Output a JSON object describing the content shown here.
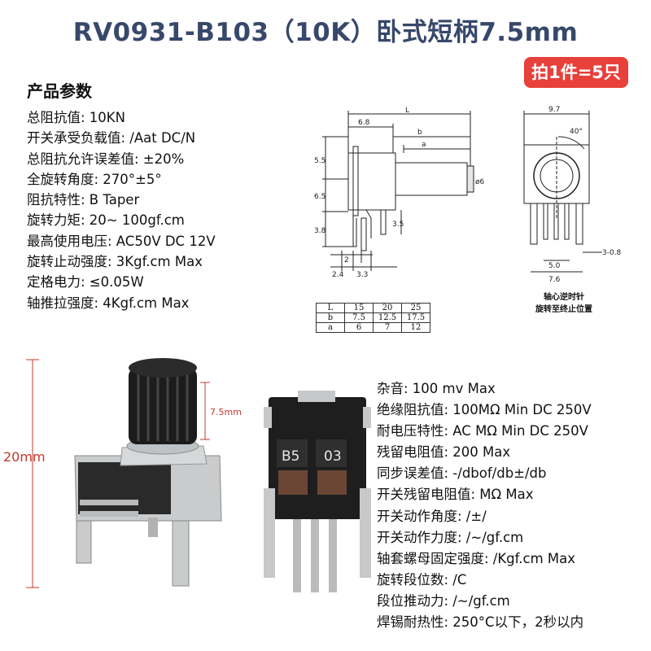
{
  "title": "RV0931-B103（10K）卧式短柄7.5mm",
  "badge": "拍1件=5只",
  "params_heading": "产品参数",
  "specs_left": [
    "总阻抗值: 10KN",
    "开关承受负载值: /Aat DC/N",
    "总阻抗允许误差值: ±20%",
    "全旋转角度: 270°±5°",
    "阻抗特性: B Taper",
    "旋转力矩: 20~ 100gf.cm",
    "最高使用电压: AC50V DC 12V",
    "旋转止动强度: 3Kgf.cm Max",
    "定格电力: ≤0.05W",
    "轴推拉强度: 4Kgf.cm Max"
  ],
  "specs_right": [
    "杂音: 100 mv Max",
    "绝缘阻抗值: 100MΩ Min DC 250V",
    "耐电压特性: AC MΩ Min DC 250V",
    "残留电阻值: 200 Max",
    "同步误差值: -/dbof/db±/db",
    "开关残留电阻值: MΩ Max",
    "开关动作角度: /±/",
    "开关动作力度: /~/gf.cm",
    "轴套螺母固定强度: /Kgf.cm Max",
    "旋转段位数: /C",
    "段位推动力: /~/gf.cm",
    "焊锡耐热性: 250°C以下，2秒以内"
  ],
  "drawing_side": {
    "L": "L",
    "dim_6_8": "6.8",
    "b": "b",
    "a": "a",
    "dim_5_5": "5.5",
    "dim_6_5": "6.5",
    "dim_3_8": "3.8",
    "dim_3_5": "3.5",
    "dim_2": "2",
    "dim_2_4": "2.4",
    "dim_3_3": "3.3",
    "dia_6": "ø6"
  },
  "drawing_front": {
    "dim_9_7": "9.7",
    "angle_40": "40°",
    "dim_3_0_8": "3-0.8",
    "dim_5_0": "5.0",
    "dim_7_6": "7.6"
  },
  "rotation_note_line1": "轴心逆时针",
  "rotation_note_line2": "旋转至终止位置",
  "dim_table": {
    "rows": [
      [
        "L",
        "15",
        "20",
        "25"
      ],
      [
        "b",
        "7.5",
        "12.5",
        "17.5"
      ],
      [
        "a",
        "6",
        "7",
        "12"
      ]
    ]
  },
  "photo": {
    "height_label": "20mm",
    "shaft_label": "7.5mm",
    "chip_marking_1": "B5",
    "chip_marking_2": "03"
  },
  "colors": {
    "title": "#37486b",
    "badge_bg": "#e8403a",
    "dimension_label": "#c0392b"
  }
}
